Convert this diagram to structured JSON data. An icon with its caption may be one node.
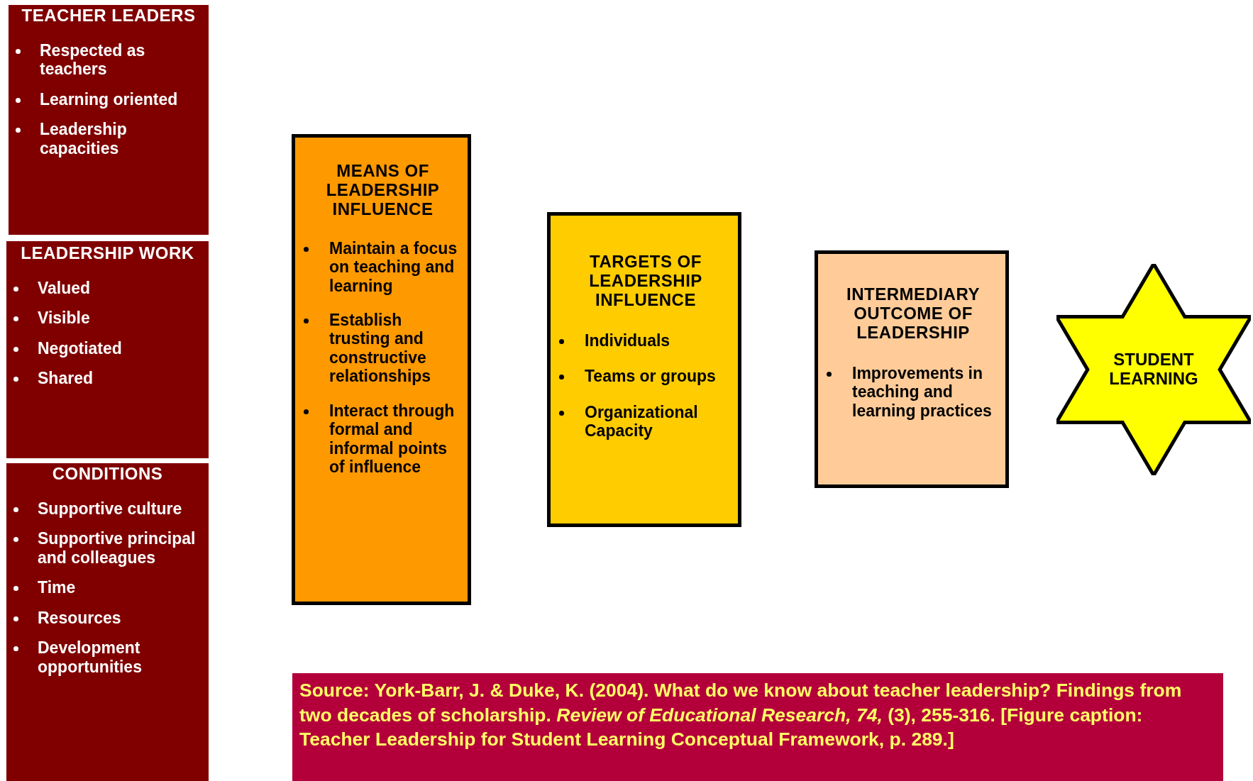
{
  "diagram": {
    "caption": "Source: York-Barr, J. & Duke, K. (2004). What do we know about teacher leadership? Findings from two decades of scholarship. *Review of Educational Research, 74,* (3), 255-316. [Figure caption: Teacher Leadership for Student Learning Conceptual Framework, p. 289.]",
    "nodes": [
      {
        "text": [
          "TEACHER LEADERS",
          "Respected as teachers",
          "Learning oriented",
          "Leadership capacities"
        ]
      },
      {
        "text": [
          "LEADERSHIP WORK",
          "Valued",
          "Visible",
          "Negotiated",
          "Shared"
        ]
      },
      {
        "text": [
          "CONDITIONS",
          "Supportive culture",
          "Supportive principal and colleagues",
          "Time",
          "Resources",
          "Development opportunities"
        ]
      },
      {
        "text": [
          "MEANS OF LEADERSHIP INFLUENCE",
          "Maintain a focus on teaching and learning",
          "Establish trusting and constructive relationships",
          "Interact through formal and informal points of influence"
        ]
      },
      {
        "text": [
          "TARGETS OF LEADERSHIP INFLUENCE",
          "Individuals",
          "Teams or groups",
          "Organizational Capacity"
        ]
      },
      {
        "text": [
          "INTERMEDIARY OUTCOME OF LEADERSHIP",
          "Improvements in teaching and learning practices"
        ]
      },
      {
        "text": [
          "STUDENT LEARNING"
        ]
      }
    ]
  }
}
